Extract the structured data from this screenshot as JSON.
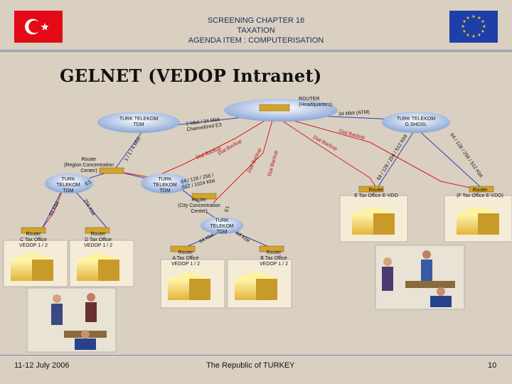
{
  "header": {
    "line1": "SCREENING CHAPTER 16",
    "line2": "TAXATION",
    "line3": "AGENDA ITEM :  COMPUTERISATION"
  },
  "title": "GELNET (VEDOP Intranet)",
  "nodes": {
    "hq_router": [
      "ROUTER",
      "(Headquarters)"
    ],
    "tt_tdm_top": [
      "TURK TELEKOM",
      "TDM"
    ],
    "tt_gshdsl": [
      "TURK TELEKOM",
      "G.SHDSL"
    ],
    "region_router": [
      "Router",
      "(Region Concentration",
      "Center)"
    ],
    "tt_tdm_left": [
      "TURK",
      "TELEKOM",
      "TDM"
    ],
    "tt_tdm_mid": [
      "TURK",
      "TELEKOM",
      "TDM"
    ],
    "city_router": [
      "Router",
      "(City Concentration",
      "Center)"
    ],
    "tt_tdm_city": [
      "TURK",
      "TELEKOM",
      "TDM"
    ],
    "e_tax": [
      "Router",
      "E Tax Office E-VDO"
    ],
    "f_tax": [
      "Router",
      "(F Tax Office E-VDO)"
    ],
    "c_tax": [
      "Router",
      "C Tax Office",
      "VEDOP 1 / 2"
    ],
    "d_tax": [
      "Router",
      "D Tax Office",
      "VEDOP 1 / 2"
    ],
    "a_tax": [
      "Router",
      "A Tax Office",
      "VEDOP 1 / 2"
    ],
    "b_tax": [
      "Router",
      "B Tax Office",
      "VEDOP 1 / 2"
    ]
  },
  "links": {
    "l_34atm": "34 Mbit (ATM)",
    "l_2m34": [
      "2 Mbit / 34 Mbit",
      "Channelized E3"
    ],
    "l_dialbackup_left": "Dial Backup",
    "l_dialbackup_left2": "Dial Backup",
    "l_dialbackup_mid": "Dial Backup",
    "l_dialbackup_mid2": "Dial Backup",
    "l_dialbackup_right": "Dial Backup",
    "l_dialbackup_right2": "Dial Backup",
    "l_64_128": "64 / 128 / 256 / 512 Kbit",
    "l_64_128_b": "64 / 128 / 256 / 512 Kbit",
    "l_64_128_mid": [
      "64 / 128 / 256 /",
      "512 / 1024 Kbit"
    ],
    "l_e1": "E1",
    "l_t1": "1 / 1 / 4 Mbit",
    "l_64kbit_c": "64 Kbit",
    "l_64kbit_c2": "256 Kbit",
    "l_64kbit_a": "64 Kbit",
    "l_64kbit_b": "64 Kbit",
    "l_e1_city": "E1"
  },
  "footer": {
    "date": "11-12 July 2006",
    "center": "The Republic of TURKEY",
    "page": "10"
  }
}
